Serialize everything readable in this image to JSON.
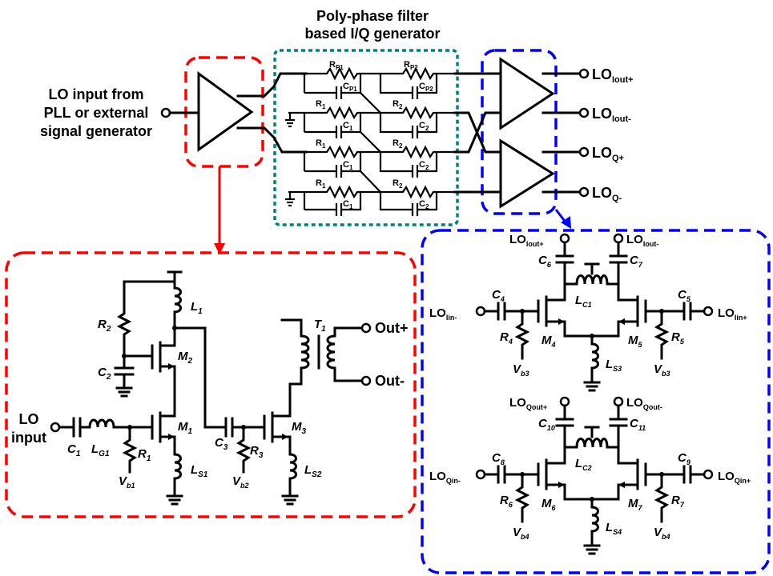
{
  "title": {
    "line1": "Poly-phase filter",
    "line2": "based I/Q generator"
  },
  "lo_input_source": {
    "line1": "LO input from",
    "line2": "PLL or external",
    "line3": "signal generator"
  },
  "filter_labels": {
    "rp1": "R",
    "rp1_sub": "P1",
    "rp2": "R",
    "rp2_sub": "P2",
    "cp1": "C",
    "cp1_sub": "P1",
    "cp2": "C",
    "cp2_sub": "P2",
    "r1": "R",
    "r1_sub": "1",
    "r2": "R",
    "r2_sub": "2",
    "c1": "C",
    "c1_sub": "1",
    "c2": "C",
    "c2_sub": "2"
  },
  "outputs": {
    "lo_iout_p": {
      "main": "LO",
      "sub": "Iout+"
    },
    "lo_iout_n": {
      "main": "LO",
      "sub": "Iout-"
    },
    "lo_q_p": {
      "main": "LO",
      "sub": "Q+"
    },
    "lo_q_n": {
      "main": "LO",
      "sub": "Q-"
    }
  },
  "left_schematic": {
    "lo_input": {
      "line1": "LO",
      "line2": "input"
    },
    "out_p": "Out+",
    "out_n": "Out-",
    "labels": {
      "l1": {
        "main": "L",
        "sub": "1"
      },
      "r2": {
        "main": "R",
        "sub": "2"
      },
      "m2": {
        "main": "M",
        "sub": "2"
      },
      "c2": {
        "main": "C",
        "sub": "2"
      },
      "m1": {
        "main": "M",
        "sub": "1"
      },
      "c1": {
        "main": "C",
        "sub": "1"
      },
      "lg1": {
        "main": "L",
        "sub": "G1"
      },
      "r1": {
        "main": "R",
        "sub": "1"
      },
      "vb1": {
        "main": "V",
        "sub": "b1"
      },
      "ls1": {
        "main": "L",
        "sub": "S1"
      },
      "c3": {
        "main": "C",
        "sub": "3"
      },
      "r3": {
        "main": "R",
        "sub": "3"
      },
      "vb2": {
        "main": "V",
        "sub": "b2"
      },
      "m3": {
        "main": "M",
        "sub": "3"
      },
      "ls2": {
        "main": "L",
        "sub": "S2"
      },
      "t1": {
        "main": "T",
        "sub": "1"
      }
    }
  },
  "right_schematic": {
    "top": {
      "out_p": {
        "main": "LO",
        "sub": "Iout+"
      },
      "out_n": {
        "main": "LO",
        "sub": "Iout-"
      },
      "in_n": {
        "main": "LO",
        "sub": "Iin-"
      },
      "in_p": {
        "main": "LO",
        "sub": "Iin+"
      },
      "c6": {
        "main": "C",
        "sub": "6"
      },
      "c7": {
        "main": "C",
        "sub": "7"
      },
      "c4": {
        "main": "C",
        "sub": "4"
      },
      "c5": {
        "main": "C",
        "sub": "5"
      },
      "lc": {
        "main": "L",
        "sub": "C1"
      },
      "r4": {
        "main": "R",
        "sub": "4"
      },
      "r5": {
        "main": "R",
        "sub": "5"
      },
      "m4": {
        "main": "M",
        "sub": "4"
      },
      "m5": {
        "main": "M",
        "sub": "5"
      },
      "vb_l": {
        "main": "V",
        "sub": "b3"
      },
      "vb_r": {
        "main": "V",
        "sub": "b3"
      },
      "ls": {
        "main": "L",
        "sub": "S3"
      }
    },
    "bottom": {
      "out_p": {
        "main": "LO",
        "sub": "Qout+"
      },
      "out_n": {
        "main": "LO",
        "sub": "Qout-"
      },
      "in_n": {
        "main": "LO",
        "sub": "Qin-"
      },
      "in_p": {
        "main": "LO",
        "sub": "Qin+"
      },
      "c6": {
        "main": "C",
        "sub": "10"
      },
      "c7": {
        "main": "C",
        "sub": "11"
      },
      "c4": {
        "main": "C",
        "sub": "8"
      },
      "c5": {
        "main": "C",
        "sub": "9"
      },
      "lc": {
        "main": "L",
        "sub": "C2"
      },
      "r4": {
        "main": "R",
        "sub": "6"
      },
      "r5": {
        "main": "R",
        "sub": "7"
      },
      "m4": {
        "main": "M",
        "sub": "6"
      },
      "m5": {
        "main": "M",
        "sub": "7"
      },
      "vb_l": {
        "main": "V",
        "sub": "b4"
      },
      "vb_r": {
        "main": "V",
        "sub": "b4"
      },
      "ls": {
        "main": "L",
        "sub": "S4"
      }
    }
  },
  "colors": {
    "red_box": "#ff0000",
    "green_box": "#008080",
    "blue_box": "#0000ff",
    "wire": "#000000"
  }
}
